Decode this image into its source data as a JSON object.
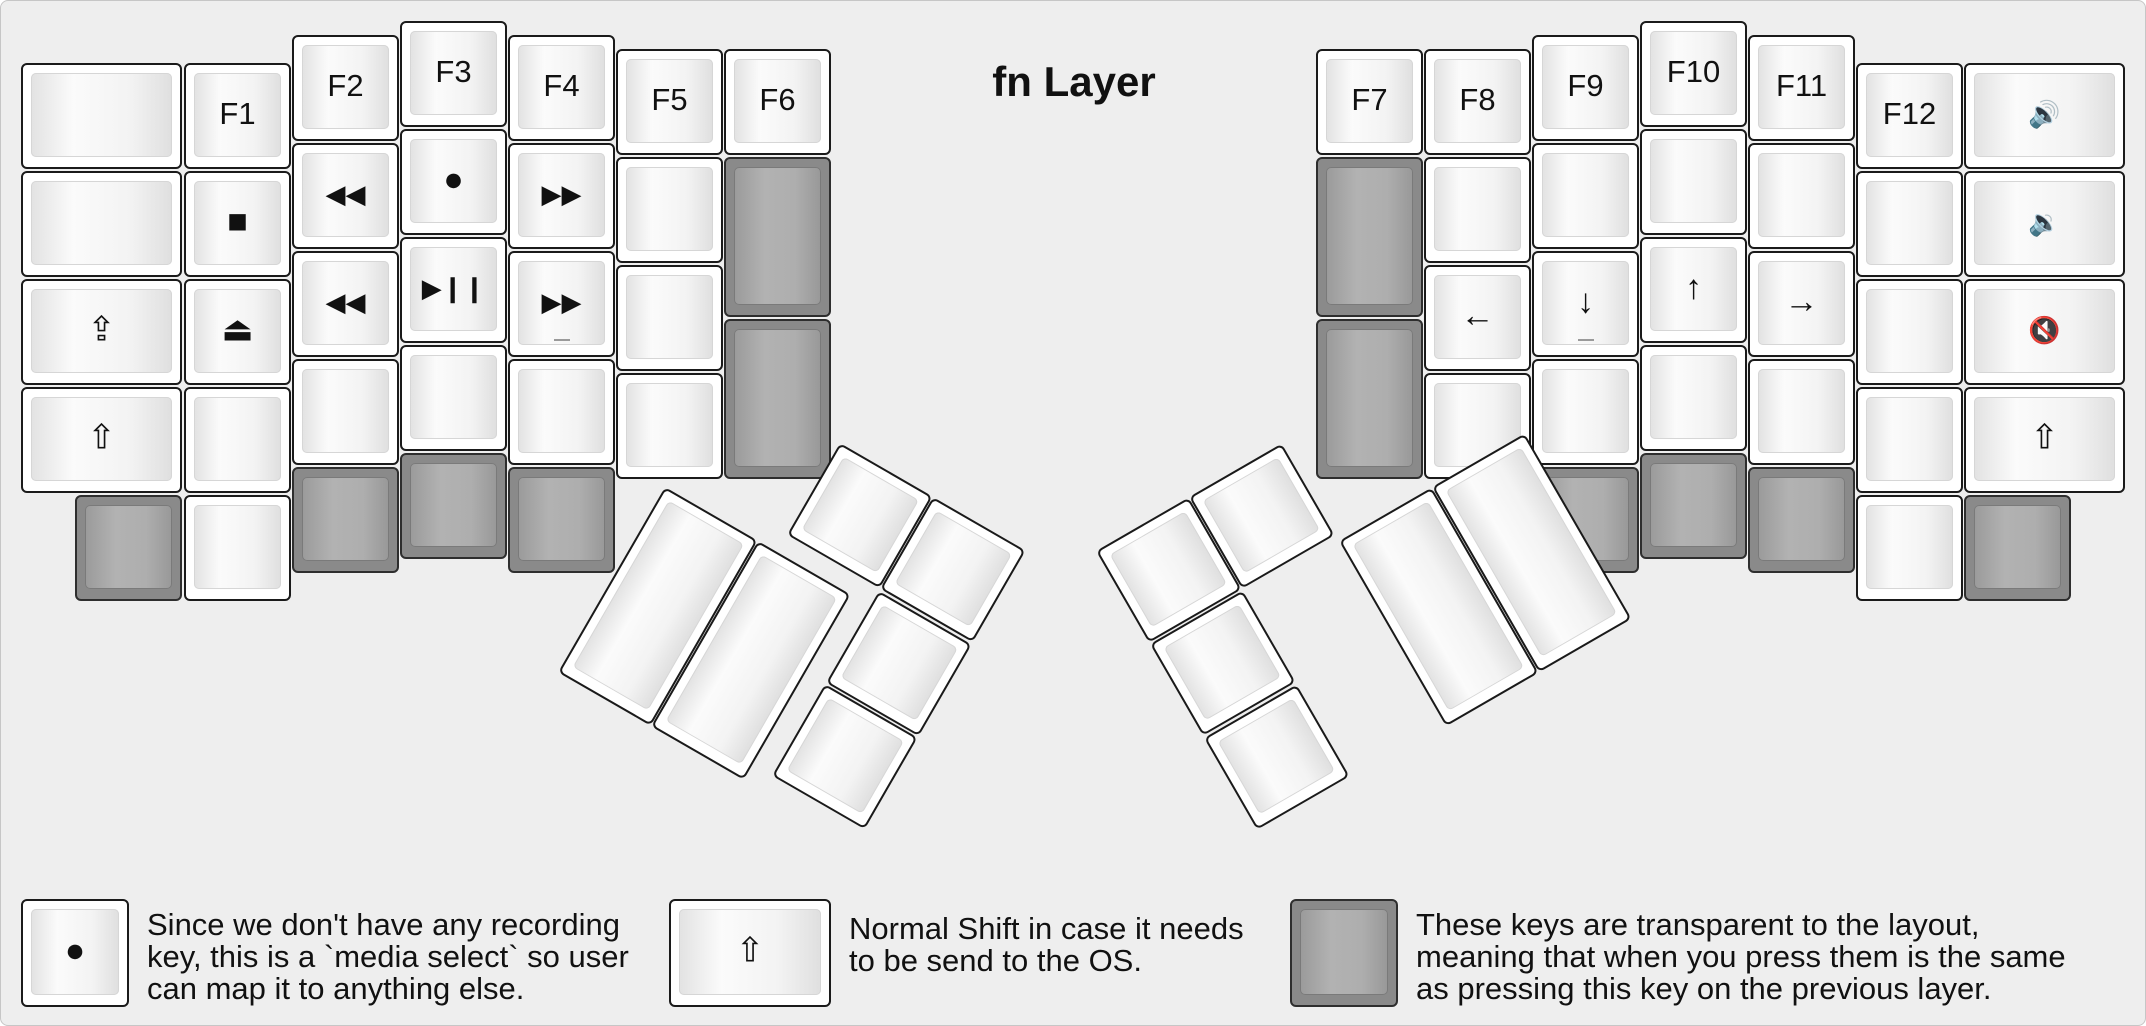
{
  "title": "fn Layer",
  "left": {
    "function_keys": [
      "",
      "F1",
      "F2",
      "F3",
      "F4",
      "F5",
      "F6"
    ],
    "symbols": {
      "stop": "■",
      "rewind": "◀◀",
      "record": "●",
      "fast_forward": "▶▶",
      "caps_shift": "⇪",
      "eject": "⏏",
      "previous": "◀◀",
      "play_pause": "▶❙❙",
      "next": "▶▶",
      "shift": "⇧"
    }
  },
  "right": {
    "function_keys": [
      "F7",
      "F8",
      "F9",
      "F10",
      "F11",
      "F12"
    ],
    "symbols": {
      "volume_up": "🔊",
      "volume_down": "🔉",
      "mute": "🔇",
      "left_arrow": "←",
      "down_arrow": "↓",
      "up_arrow": "↑",
      "right_arrow": "→",
      "shift": "⇧"
    }
  },
  "legend": [
    {
      "symbol": "●",
      "text": "Since we don't have any recording\nkey, this is a `media select` so user\ncan map it to anything else."
    },
    {
      "symbol": "⇧",
      "text": "Normal Shift in case it needs\nto be send to the OS."
    },
    {
      "symbol": "",
      "text": "These keys are transparent to the layout,\nmeaning that when you press them is the same\nas pressing this key on the previous layer."
    }
  ],
  "colors": {
    "background": "#eeeeee",
    "transparent_key": "#8a8a8a",
    "key": "#ffffff"
  }
}
